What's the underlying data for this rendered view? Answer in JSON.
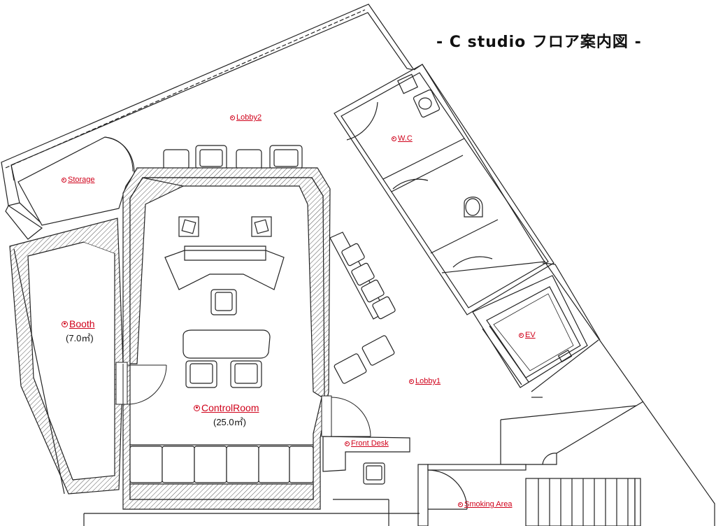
{
  "title": "-   C studio フロア案内図   -",
  "rooms": {
    "lobby2": "Lobby2",
    "storage": "Storage",
    "wc": "W.C",
    "booth": "Booth",
    "booth_area": "(7.0㎡)",
    "ev": "EV",
    "lobby1": "Lobby1",
    "control_room": "ControlRoom",
    "control_room_area": "(25.0㎡)",
    "front_desk": "Front Desk",
    "smoking_area": "Smoking Area"
  },
  "colors": {
    "label": "#d0021b",
    "line": "#222222",
    "hatch": "#555555"
  },
  "icons": {
    "room_marker": "target-dot-icon"
  }
}
